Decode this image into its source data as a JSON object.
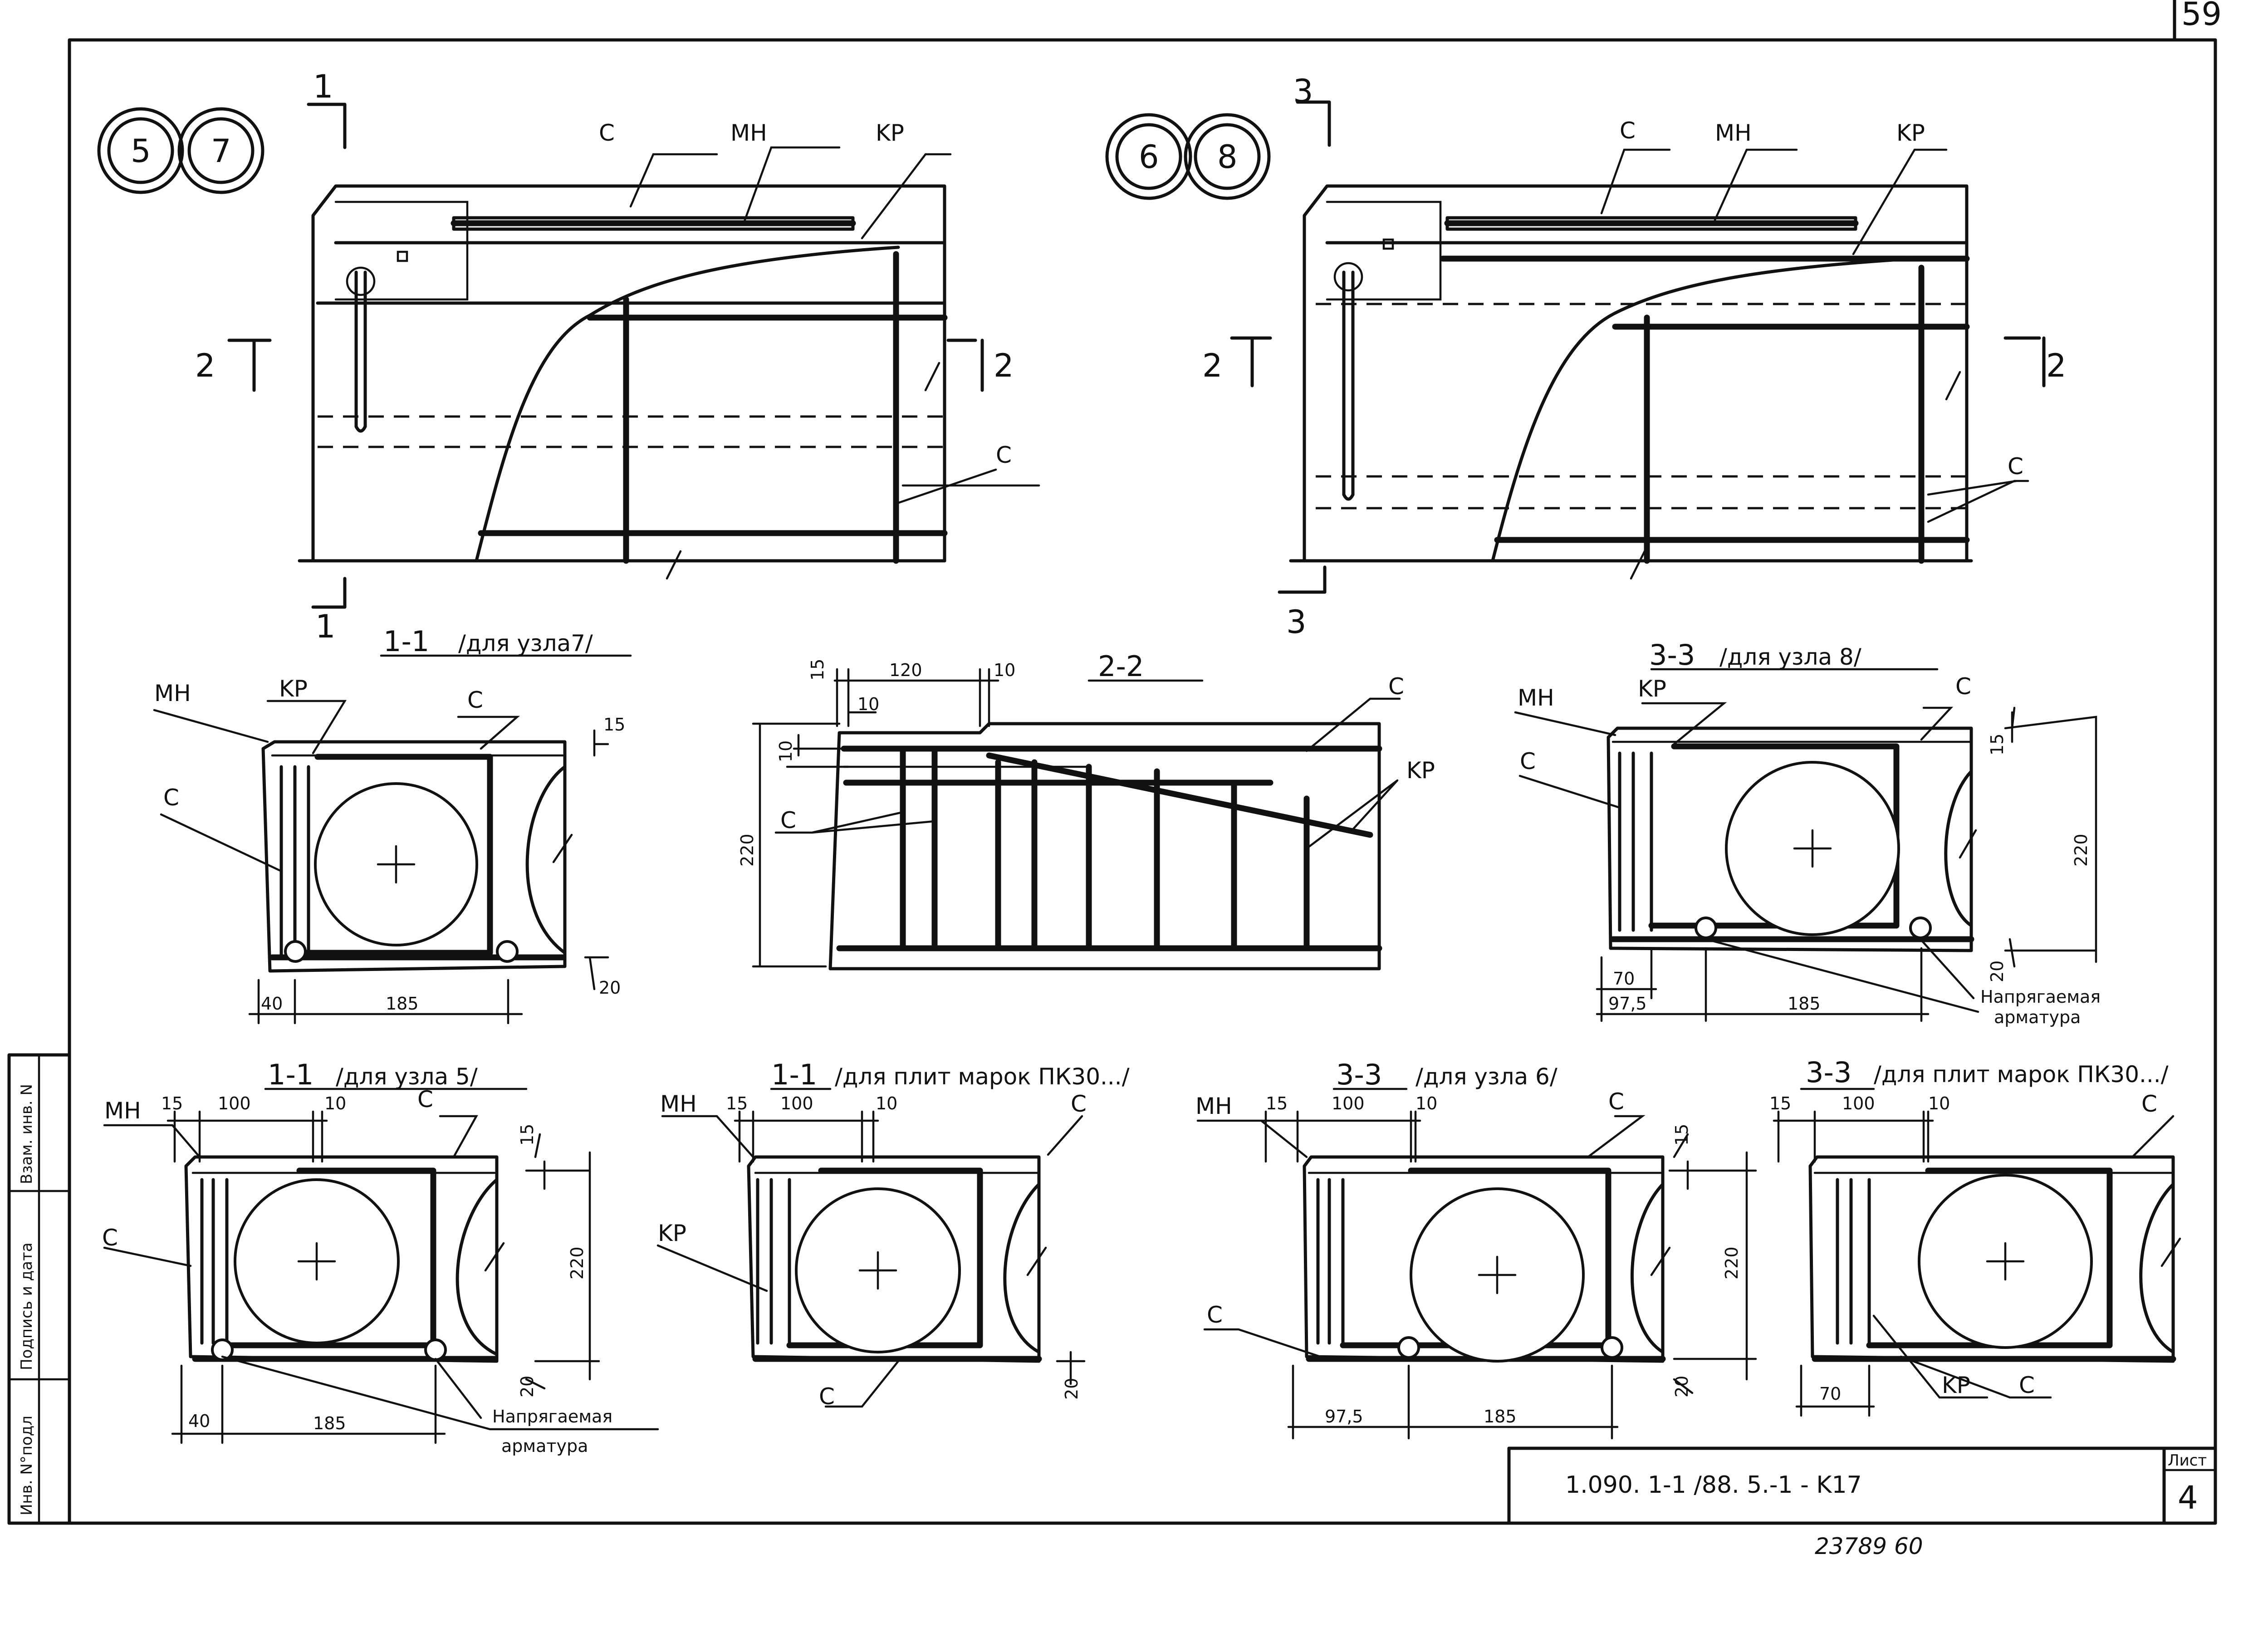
{
  "sheet": {
    "page_number": "59",
    "doc_code": "1.090. 1-1 /88.   5.-1 - K17",
    "list_label": "Лист",
    "list_number": "4",
    "bottom_number": "23789    60"
  },
  "side_stamp": {
    "inv_no": "Инв. N°подл",
    "sign_date": "Подпись и дата",
    "replaces": "Взам. инв. N"
  },
  "node_views": [
    {
      "markers": [
        "5",
        "7"
      ],
      "labels": [
        "C",
        "MH",
        "KP",
        "C"
      ],
      "cuts": [
        "1",
        "1",
        "2",
        "2"
      ]
    },
    {
      "markers": [
        "6",
        "8"
      ],
      "labels": [
        "C",
        "MH",
        "KP",
        "C"
      ],
      "cuts": [
        "3",
        "3",
        "2",
        "2"
      ]
    }
  ],
  "sections": {
    "s11_node7": {
      "title": "1-1",
      "note": "/для узла7/",
      "labels": [
        "MH",
        "KP",
        "C",
        "C"
      ],
      "dims": [
        "15",
        "20",
        "40",
        "185"
      ]
    },
    "s22": {
      "title": "2-2",
      "labels": [
        "C",
        "KP",
        "C"
      ],
      "dims": [
        "15",
        "120",
        "10",
        "10",
        "10",
        "220"
      ]
    },
    "s33_node8": {
      "title": "3-3",
      "note": "/для узла 8/",
      "labels": [
        "MH",
        "KP",
        "C",
        "C"
      ],
      "dims": [
        "15",
        "220",
        "20",
        "70",
        "97,5",
        "185"
      ],
      "callout": [
        "Напрягаемая",
        "арматура"
      ]
    },
    "s11_node5": {
      "title": "1-1",
      "note": "/для узла 5/",
      "labels": [
        "MH",
        "C",
        "C"
      ],
      "dims": [
        "15",
        "100",
        "10",
        "15",
        "220",
        "20",
        "40",
        "185"
      ],
      "callout": [
        "Напрягаемая",
        "арматура"
      ]
    },
    "s11_pk30": {
      "title": "1-1",
      "note": "/для плит марок ПК30.../",
      "labels": [
        "MH",
        "KP",
        "C",
        "C"
      ],
      "dims": [
        "15",
        "100",
        "10",
        "20"
      ]
    },
    "s33_node6": {
      "title": "3-3",
      "note": "/для узла 6/",
      "labels": [
        "MH",
        "C",
        "C"
      ],
      "dims": [
        "15",
        "100",
        "10",
        "15",
        "220",
        "20",
        "97,5",
        "185"
      ]
    },
    "s33_pk30": {
      "title": "3-3",
      "note": "/для плит марок ПК30.../",
      "labels": [
        "C",
        "KP",
        "C"
      ],
      "dims": [
        "15",
        "100",
        "10",
        "70"
      ]
    }
  }
}
